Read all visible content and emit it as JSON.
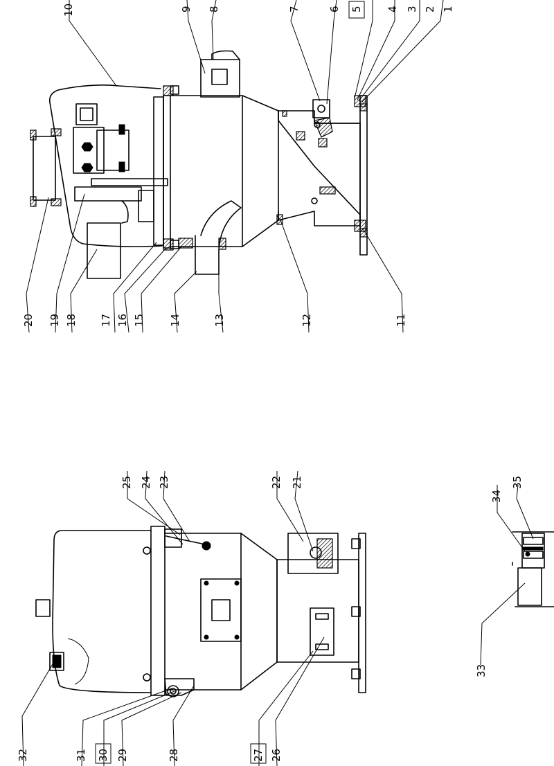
{
  "views": {
    "side_view": {
      "callouts": [
        "20",
        "19",
        "18",
        "17",
        "16",
        "15",
        "14",
        "13",
        "12",
        "11",
        "10",
        "9",
        "8",
        "7",
        "6",
        "5",
        "4",
        "3",
        "2",
        "1"
      ]
    },
    "front_view": {
      "callouts": [
        "32",
        "31",
        "30",
        "29",
        "28",
        "27",
        "26",
        "25",
        "24",
        "23",
        "22",
        "21"
      ]
    },
    "detail_view": {
      "callouts": [
        "33",
        "34",
        "35"
      ]
    }
  }
}
